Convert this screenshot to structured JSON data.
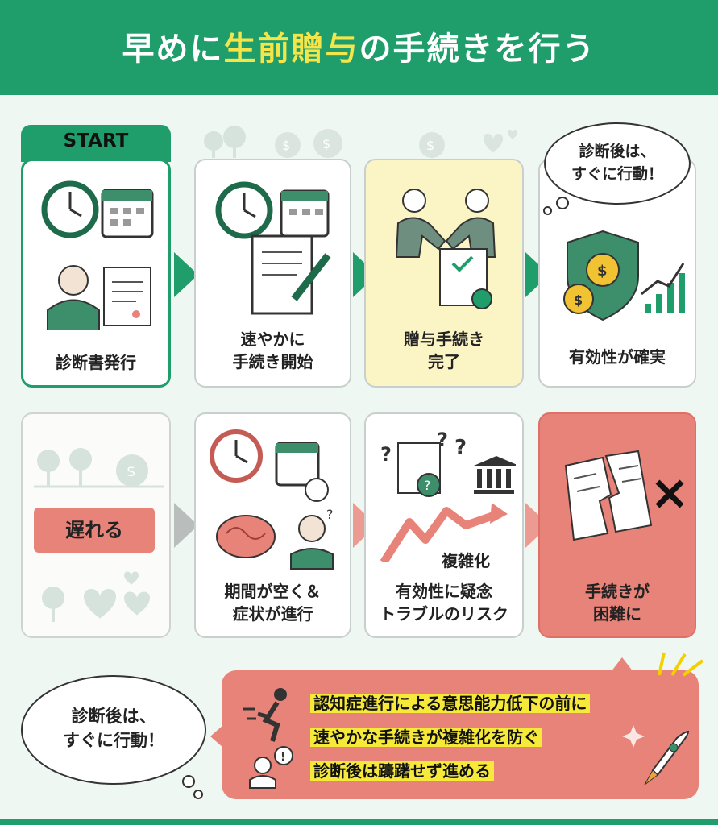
{
  "header": {
    "title_pre": "早めに",
    "title_highlight": "生前贈与",
    "title_post": "の手続きを行う"
  },
  "top_row": {
    "start_label": "START",
    "step1": "診断書発行",
    "step2_line1": "速やかに",
    "step2_line2": "手続き開始",
    "step3_line1": "贈与手続き",
    "step3_line2": "完了",
    "step4": "有効性が確実",
    "bubble_line1": "診断後は、",
    "bubble_line2": "すぐに行動！"
  },
  "bottom_row": {
    "late_label": "遅れる",
    "step2_line1": "期間が空く＆",
    "step2_line2": "症状が進行",
    "complex_label": "複雑化",
    "step3_line1": "有効性に疑念",
    "step3_line2": "トラブルのリスク",
    "step4_line1": "手続きが",
    "step4_line2": "困難に"
  },
  "summary": {
    "bubble_line1": "診断後は、",
    "bubble_line2": "すぐに行動！",
    "bullets": [
      "認知症進行による意思能力低下の前に",
      "速やかな手続きが複雑化を防ぐ",
      "診断後は躊躇せず進める"
    ]
  },
  "colors": {
    "brand": "#1f9e6c",
    "highlight": "#f4e64a",
    "alert": "#e8837a"
  }
}
